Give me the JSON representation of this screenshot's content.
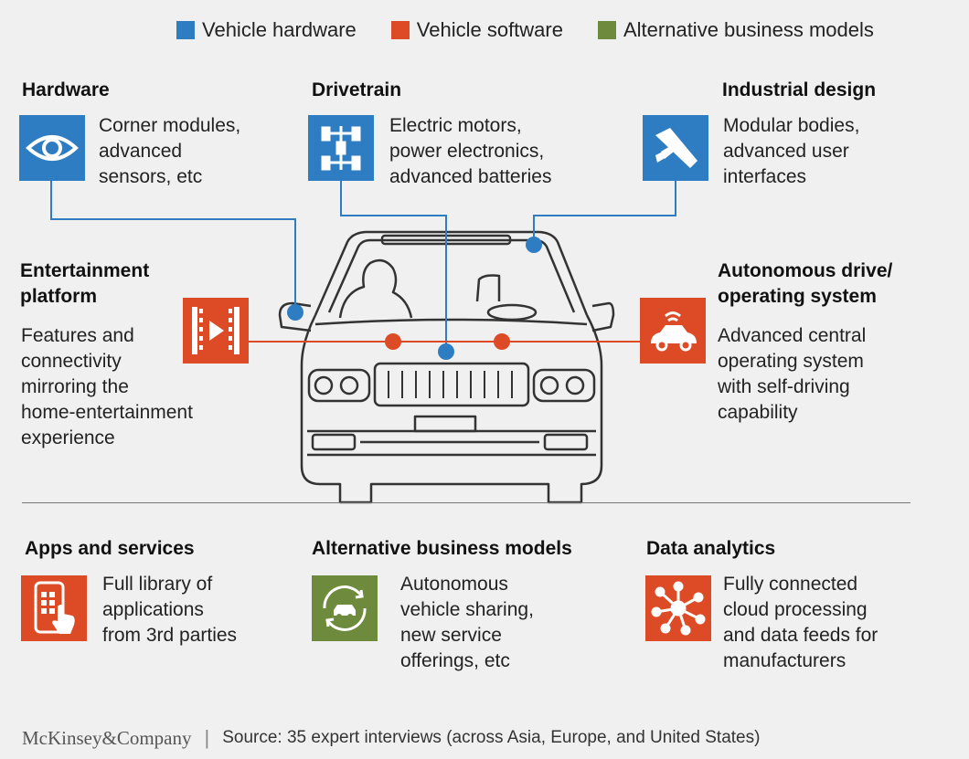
{
  "colors": {
    "hardware": "#2e7dc3",
    "software": "#dd4b26",
    "business": "#6e8b3d"
  },
  "legend": [
    {
      "label": "Vehicle hardware",
      "color": "#2e7dc3"
    },
    {
      "label": "Vehicle software",
      "color": "#dd4b26"
    },
    {
      "label": "Alternative business models",
      "color": "#6e8b3d"
    }
  ],
  "hardware": {
    "title": "Hardware",
    "desc": [
      "Corner modules,",
      "advanced",
      "sensors, etc"
    ],
    "icon": "eye-icon"
  },
  "drivetrain": {
    "title": "Drivetrain",
    "desc": [
      "Electric motors,",
      "power electronics,",
      "advanced batteries"
    ],
    "icon": "chassis-icon"
  },
  "industrial": {
    "title": "Industrial design",
    "desc": [
      "Modular bodies,",
      "advanced user",
      "interfaces"
    ],
    "icon": "caliper-icon"
  },
  "entertainment": {
    "title": [
      "Entertainment",
      "platform"
    ],
    "desc": [
      "Features and",
      "connectivity",
      "mirroring the",
      "home-entertainment",
      "experience"
    ],
    "icon": "film-icon"
  },
  "autonomous": {
    "title": [
      "Autonomous drive/",
      "operating system"
    ],
    "desc": [
      "Advanced central",
      "operating system",
      "with self-driving",
      "capability"
    ],
    "icon": "self-driving-car-icon"
  },
  "apps": {
    "title": "Apps and services",
    "desc": [
      "Full library of",
      "applications",
      "from 3rd parties"
    ],
    "icon": "phone-tap-icon"
  },
  "business": {
    "title": "Alternative business models",
    "desc": [
      "Autonomous",
      "vehicle sharing,",
      "new service",
      "offerings, etc"
    ],
    "icon": "car-cycle-icon"
  },
  "analytics": {
    "title": "Data analytics",
    "desc": [
      "Fully connected",
      "cloud processing",
      "and data feeds for",
      "manufacturers"
    ],
    "icon": "network-icon"
  },
  "footer": {
    "brand": "McKinsey&Company",
    "source": "Source: 35 expert interviews (across Asia, Europe, and United States)"
  }
}
